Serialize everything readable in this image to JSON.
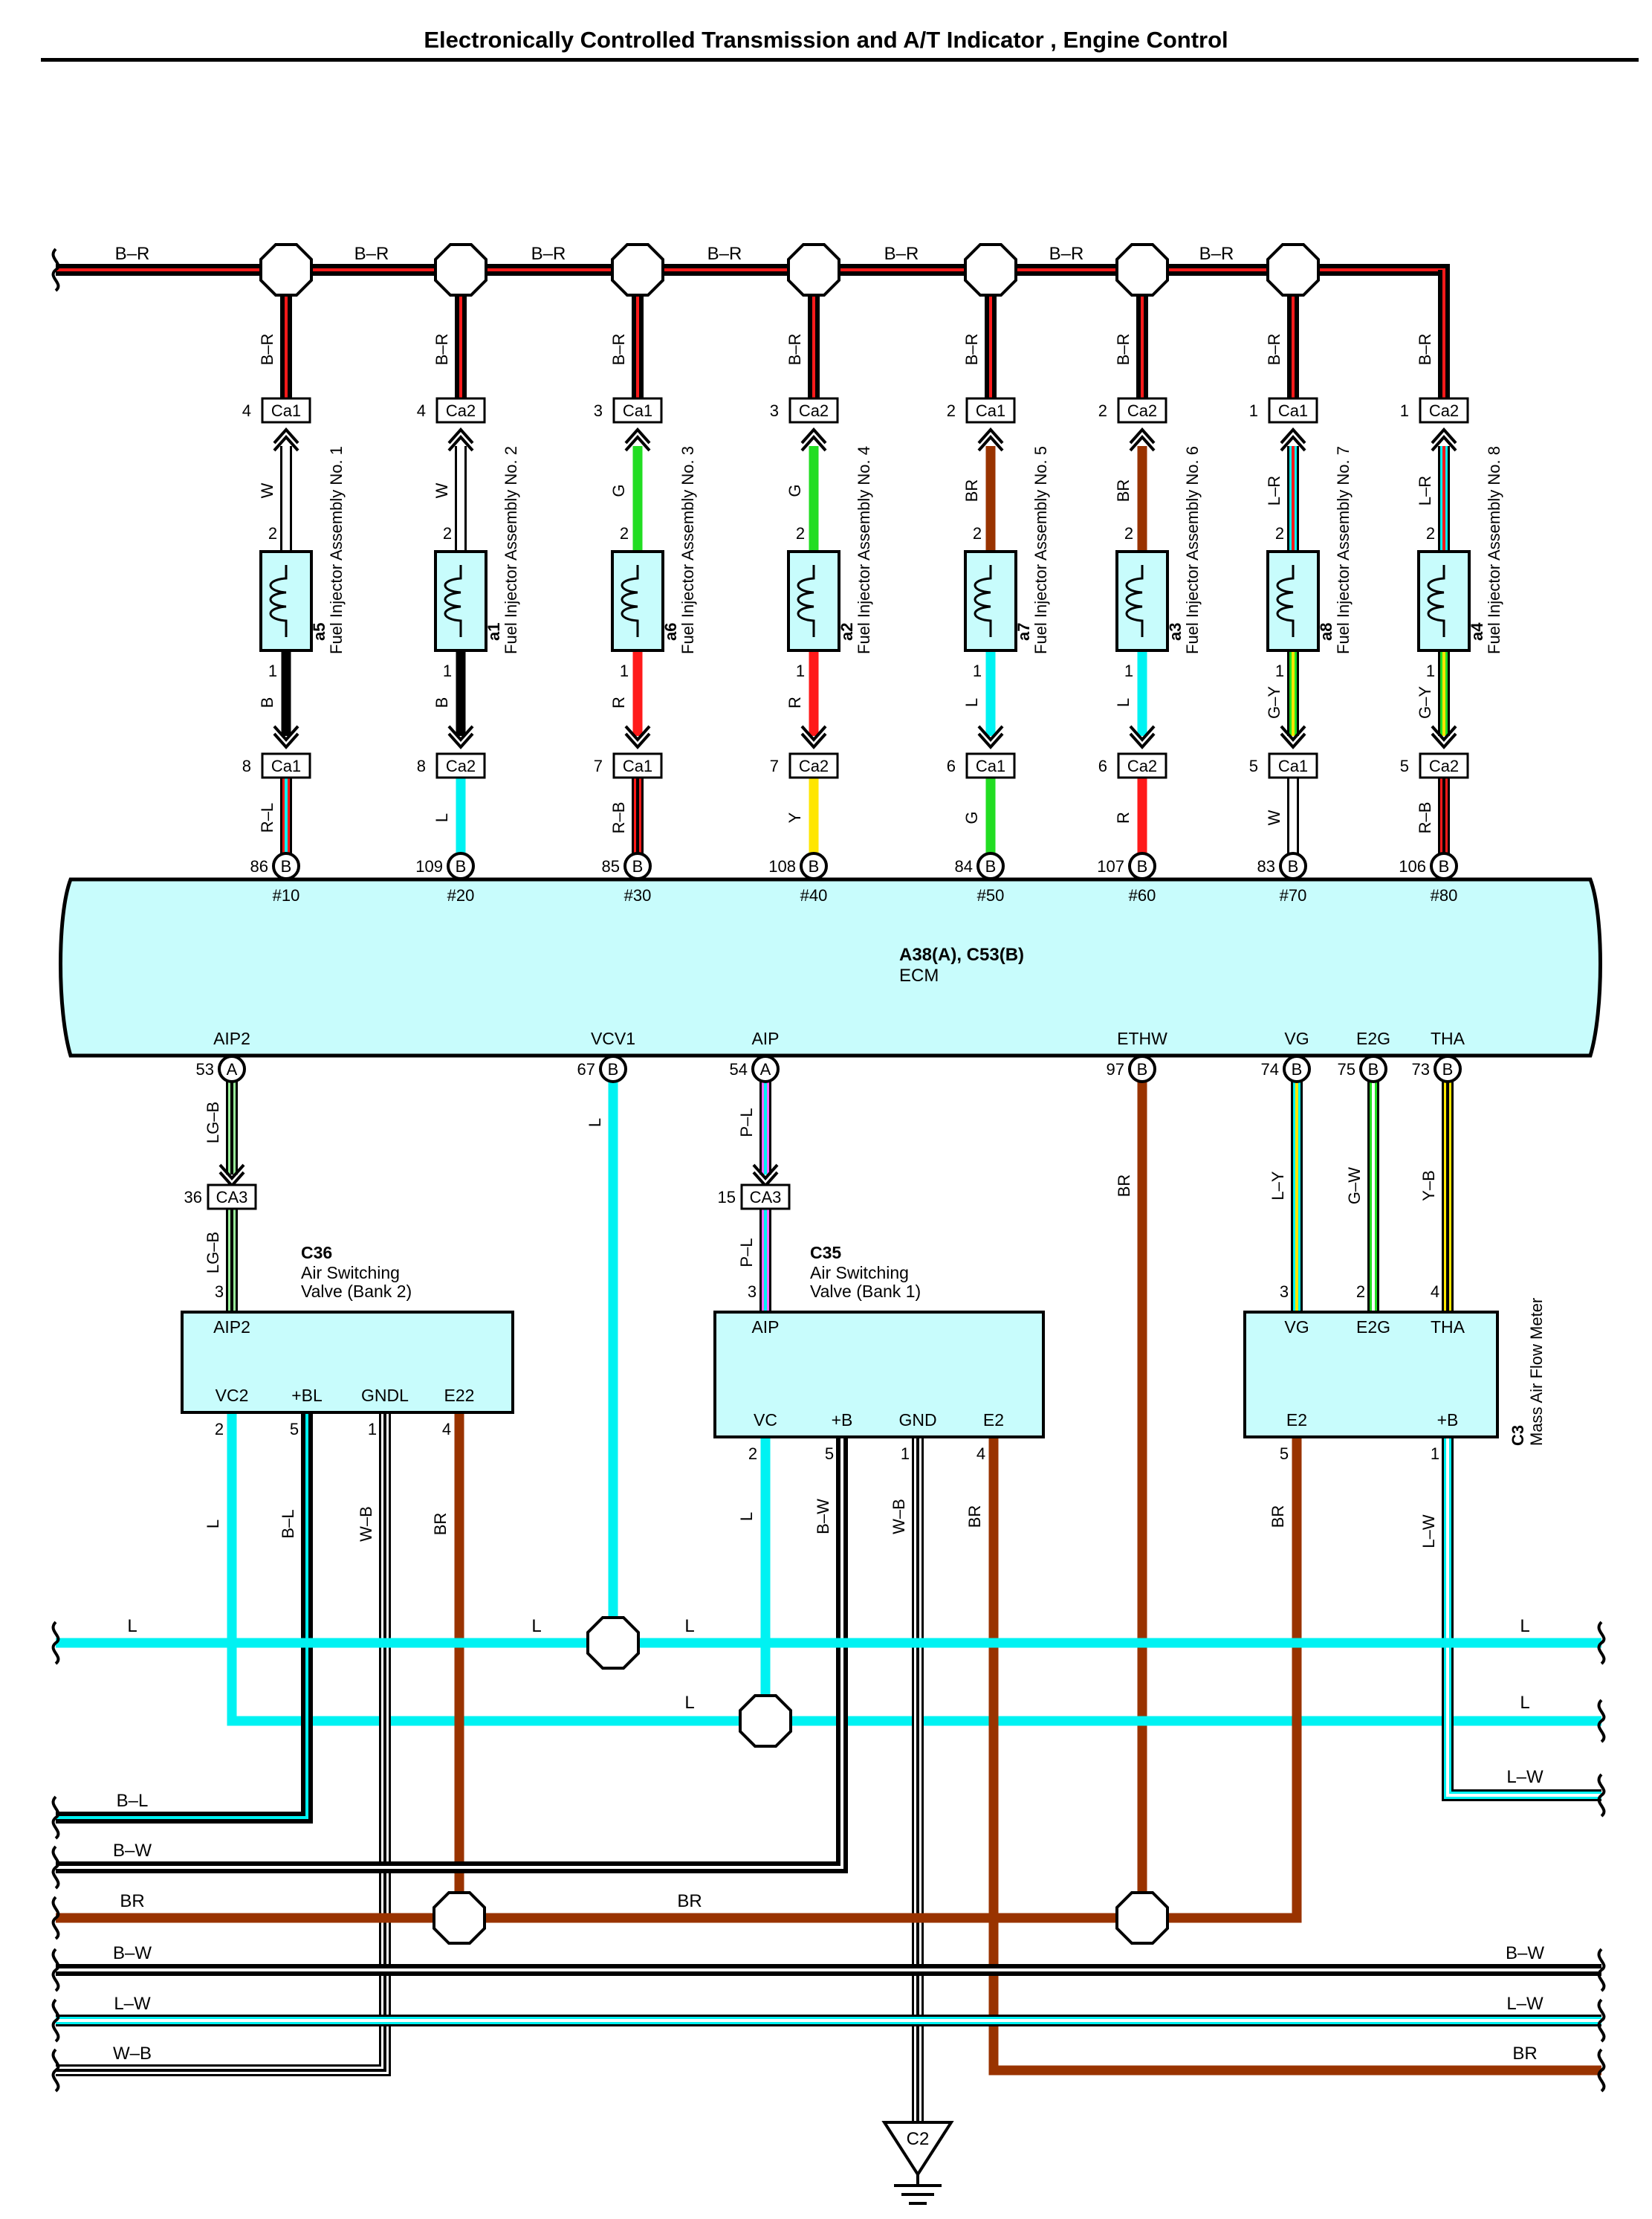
{
  "title": "Electronically Controlled Transmission and A/T Indicator , Engine Control",
  "colors": {
    "B": "#000000",
    "R": "#ff1a1a",
    "W": "#ffffff",
    "G": "#22dd22",
    "L": "#00f2f2",
    "Y": "#ffe600",
    "BR": "#993300",
    "LG": "#99ee99",
    "P": "#ff66ff",
    "ECM_fill": "#c8fcfc"
  },
  "top_bus": {
    "label": "B–R"
  },
  "injectors": [
    {
      "ref": "a5",
      "name": "Fuel Injector Assembly No. 1",
      "top_pin": "4",
      "top_conn": "Ca1",
      "top_wire": "W",
      "bottom_pin": "8",
      "bottom_conn": "Ca1",
      "bottom_wire": "B",
      "ecm_wire": "R–L",
      "ecm_pin": "86",
      "ecm_side": "B",
      "ecm_signal": "#10"
    },
    {
      "ref": "a1",
      "name": "Fuel Injector Assembly No. 2",
      "top_pin": "4",
      "top_conn": "Ca2",
      "top_wire": "W",
      "bottom_pin": "8",
      "bottom_conn": "Ca2",
      "bottom_wire": "B",
      "ecm_wire": "L",
      "ecm_pin": "109",
      "ecm_side": "B",
      "ecm_signal": "#20"
    },
    {
      "ref": "a6",
      "name": "Fuel Injector Assembly No. 3",
      "top_pin": "3",
      "top_conn": "Ca1",
      "top_wire": "G",
      "bottom_pin": "7",
      "bottom_conn": "Ca1",
      "bottom_wire": "R",
      "ecm_wire": "R–B",
      "ecm_pin": "85",
      "ecm_side": "B",
      "ecm_signal": "#30"
    },
    {
      "ref": "a2",
      "name": "Fuel Injector Assembly No. 4",
      "top_pin": "3",
      "top_conn": "Ca2",
      "top_wire": "G",
      "bottom_pin": "7",
      "bottom_conn": "Ca2",
      "bottom_wire": "R",
      "ecm_wire": "Y",
      "ecm_pin": "108",
      "ecm_side": "B",
      "ecm_signal": "#40"
    },
    {
      "ref": "a7",
      "name": "Fuel Injector Assembly No. 5",
      "top_pin": "2",
      "top_conn": "Ca1",
      "top_wire": "BR",
      "bottom_pin": "6",
      "bottom_conn": "Ca1",
      "bottom_wire": "L",
      "ecm_wire": "G",
      "ecm_pin": "84",
      "ecm_side": "B",
      "ecm_signal": "#50"
    },
    {
      "ref": "a3",
      "name": "Fuel Injector Assembly No. 6",
      "top_pin": "2",
      "top_conn": "Ca2",
      "top_wire": "BR",
      "bottom_pin": "6",
      "bottom_conn": "Ca2",
      "bottom_wire": "L",
      "ecm_wire": "R",
      "ecm_pin": "107",
      "ecm_side": "B",
      "ecm_signal": "#60"
    },
    {
      "ref": "a8",
      "name": "Fuel Injector Assembly No. 7",
      "top_pin": "1",
      "top_conn": "Ca1",
      "top_wire": "L–R",
      "bottom_pin": "5",
      "bottom_conn": "Ca1",
      "bottom_wire": "G–Y",
      "ecm_wire": "W",
      "ecm_pin": "83",
      "ecm_side": "B",
      "ecm_signal": "#70"
    },
    {
      "ref": "a4",
      "name": "Fuel Injector Assembly No. 8",
      "top_pin": "1",
      "top_conn": "Ca2",
      "top_wire": "L–R",
      "bottom_pin": "5",
      "bottom_conn": "Ca2",
      "bottom_wire": "G–Y",
      "ecm_wire": "R–B",
      "ecm_pin": "106",
      "ecm_side": "B",
      "ecm_signal": "#80"
    }
  ],
  "injector_pins": {
    "upper": "2",
    "lower": "1"
  },
  "ecm": {
    "connectors": "A38(A), C53(B)",
    "name": "ECM"
  },
  "ecm_lower_terminals": [
    {
      "signal": "AIP2",
      "pin": "53",
      "side": "A"
    },
    {
      "signal": "VCV1",
      "pin": "67",
      "side": "B"
    },
    {
      "signal": "AIP",
      "pin": "54",
      "side": "A"
    },
    {
      "signal": "ETHW",
      "pin": "97",
      "side": "B"
    },
    {
      "signal": "VG",
      "pin": "74",
      "side": "B"
    },
    {
      "signal": "E2G",
      "pin": "75",
      "side": "B"
    },
    {
      "signal": "THA",
      "pin": "73",
      "side": "B"
    }
  ],
  "wires_mid": {
    "aip2": "LG–B",
    "vcv1": "L",
    "aip": "P–L",
    "ethw": "BR",
    "vg": "L–Y",
    "e2g": "G–W",
    "tha": "Y–B"
  },
  "ca3_left": {
    "pin": "36",
    "conn": "CA3"
  },
  "ca3_right": {
    "pin": "15",
    "conn": "CA3"
  },
  "c36": {
    "ref": "C36",
    "name1": "Air Switching",
    "name2": "Valve (Bank 2)",
    "in_pin": "3",
    "in_term": "AIP2",
    "terms": [
      "VC2",
      "+BL",
      "GNDL",
      "E22"
    ],
    "pins": [
      "2",
      "5",
      "1",
      "4"
    ],
    "wires": [
      "L",
      "B–L",
      "W–B",
      "BR"
    ]
  },
  "c35": {
    "ref": "C35",
    "name1": "Air Switching",
    "name2": "Valve (Bank 1)",
    "in_pin": "3",
    "in_term": "AIP",
    "terms": [
      "VC",
      "+B",
      "GND",
      "E2"
    ],
    "pins": [
      "2",
      "5",
      "1",
      "4"
    ],
    "wires": [
      "L",
      "B–W",
      "W–B",
      "BR"
    ]
  },
  "c3": {
    "ref": "C3",
    "name": "Mass Air Flow Meter",
    "top_pins": [
      "3",
      "2",
      "4"
    ],
    "top_terms": [
      "VG",
      "E2G",
      "THA"
    ],
    "bottom_terms": [
      "E2",
      "+B"
    ],
    "bottom_pins": [
      "5",
      "1"
    ],
    "wires": [
      "BR",
      "L–W"
    ]
  },
  "buses": {
    "l1": "L",
    "l1b": "L",
    "l1c": "L",
    "l1d": "L",
    "l2": "L",
    "l2d": "L",
    "lw": "L–W",
    "bl": "B–L",
    "bw": "B–W",
    "br": "BR",
    "br_mid": "BR",
    "bw2": "B–W",
    "bw2r": "B–W",
    "lw2": "L–W",
    "lw2r": "L–W",
    "wb": "W–B",
    "br_r": "BR"
  },
  "ground": {
    "label": "C2"
  }
}
